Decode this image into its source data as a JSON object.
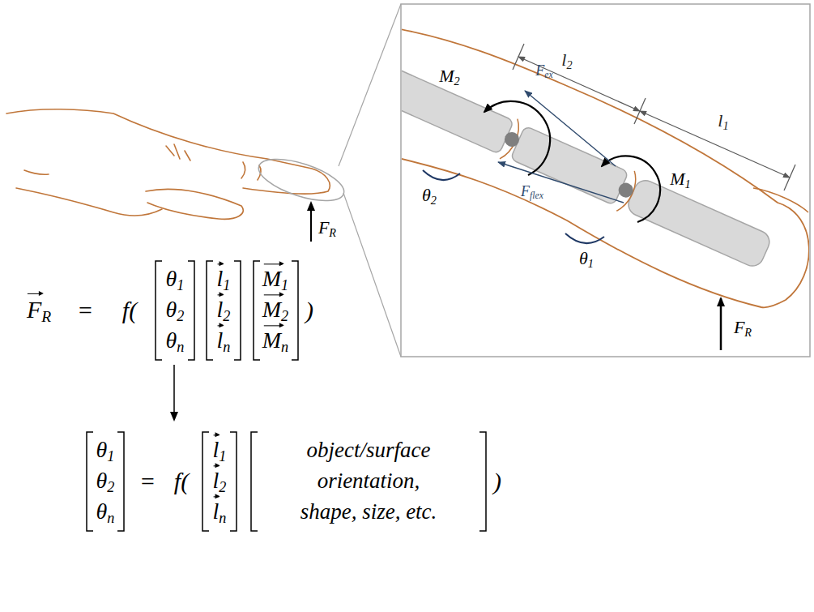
{
  "diagram": {
    "labels": [
      "FR",
      "l2",
      "l1",
      "M2",
      "Fex",
      "Fflex",
      "M1",
      "θ2",
      "θ1",
      "FR",
      "FR",
      "=",
      "f(",
      "θ1",
      "θ2",
      "θn",
      "l1",
      "l2",
      "ln",
      "M1",
      "M2",
      "Mn",
      ")",
      "θ1",
      "θ2",
      "θn",
      "=",
      "f(",
      "l1",
      "l2",
      "ln",
      "object/surface",
      "orientation,",
      "shape, size, etc.",
      ")"
    ]
  }
}
